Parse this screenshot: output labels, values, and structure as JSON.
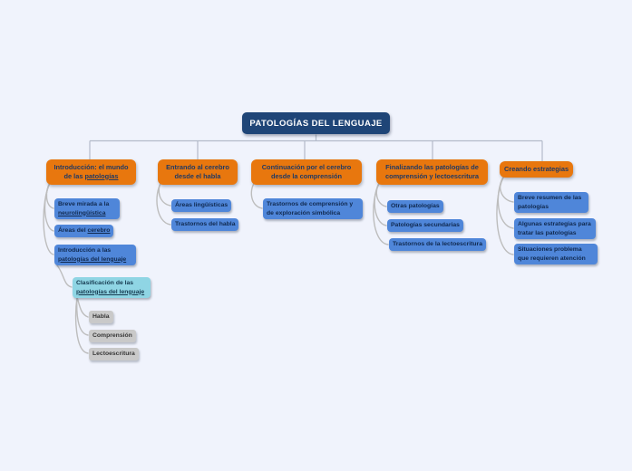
{
  "app": {
    "background_color": "#f0f3fc",
    "root_color": "#1f4577",
    "branch_color": "#e8770e",
    "child_color": "#4f86d9",
    "highlight_child_color": "#8fd5e4",
    "leaf_gray_color": "#c9c9c9",
    "connector_color": "#b3bac9"
  },
  "root": {
    "label": "PATOLOGÍAS DEL LENGUAJE"
  },
  "branches": [
    {
      "label_pre": "Introducción: el mundo de las ",
      "label_link": "patologías",
      "children": [
        {
          "pre": "Breve mirada a la ",
          "link": "neurolingüística"
        },
        {
          "pre": "Áreas del ",
          "link": "cerebro"
        },
        {
          "pre": "Introducción a las ",
          "link": "patologías del lenguaje"
        },
        {
          "pre": "Clasificación de las ",
          "link": "patologías del lenguaje"
        },
        {
          "pre": "Habla"
        },
        {
          "pre": "Comprensión"
        },
        {
          "pre": "Lectoescritura"
        }
      ]
    },
    {
      "label_pre": "Entrando al cerebro desde el habla",
      "children": [
        {
          "pre": "Áreas lingüísticas"
        },
        {
          "pre": "Trastornos del habla"
        }
      ]
    },
    {
      "label_pre": "Continuación por el cerebro desde la comprensión",
      "children": [
        {
          "pre": "Trastornos de comprensión y de exploración simbólica"
        }
      ]
    },
    {
      "label_pre": "Finalizando las patologías de comprensión y lectoescritura",
      "children": [
        {
          "pre": "Otras patologías"
        },
        {
          "pre": "Patologías secundarias"
        },
        {
          "pre": "Trastornos de la lectoescritura"
        }
      ]
    },
    {
      "label_pre": "Creando estrategias",
      "children": [
        {
          "pre": "Breve resumen de las patologías"
        },
        {
          "pre": "Algunas estrategias para tratar las patologías"
        },
        {
          "pre": "Situaciones problema que requieren atención"
        }
      ]
    }
  ]
}
